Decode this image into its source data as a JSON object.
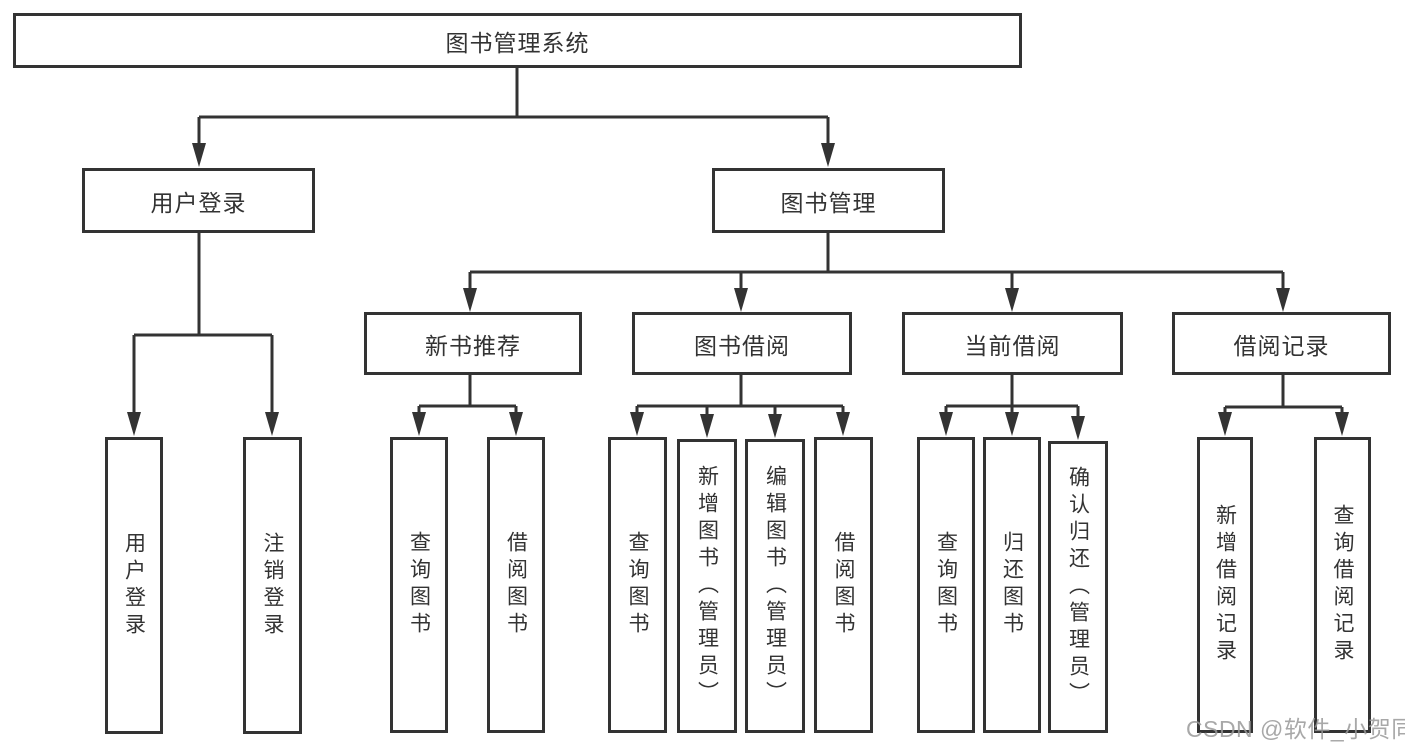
{
  "diagram": {
    "type": "hierarchy-tree",
    "root": {
      "label": "图书管理系统",
      "children": [
        {
          "label": "用户登录",
          "children": [
            {
              "label": "用户登录"
            },
            {
              "label": "注销登录"
            }
          ]
        },
        {
          "label": "图书管理",
          "children": [
            {
              "label": "新书推荐",
              "children": [
                {
                  "label": "查询图书"
                },
                {
                  "label": "借阅图书"
                }
              ]
            },
            {
              "label": "图书借阅",
              "children": [
                {
                  "label": "查询图书"
                },
                {
                  "label": "新增图书（管理员）"
                },
                {
                  "label": "编辑图书（管理员）"
                },
                {
                  "label": "借阅图书"
                }
              ]
            },
            {
              "label": "当前借阅",
              "children": [
                {
                  "label": "查询图书"
                },
                {
                  "label": "归还图书"
                },
                {
                  "label": "确认归还（管理员）"
                }
              ]
            },
            {
              "label": "借阅记录",
              "children": [
                {
                  "label": "新增借阅记录"
                },
                {
                  "label": "查询借阅记录"
                }
              ]
            }
          ]
        }
      ]
    }
  },
  "watermark": {
    "text": "CSDN @软件_小贺同学"
  },
  "colors": {
    "line": "#333333",
    "box_border": "#333333",
    "text": "#333333",
    "background": "#ffffff",
    "watermark": "#999999"
  }
}
